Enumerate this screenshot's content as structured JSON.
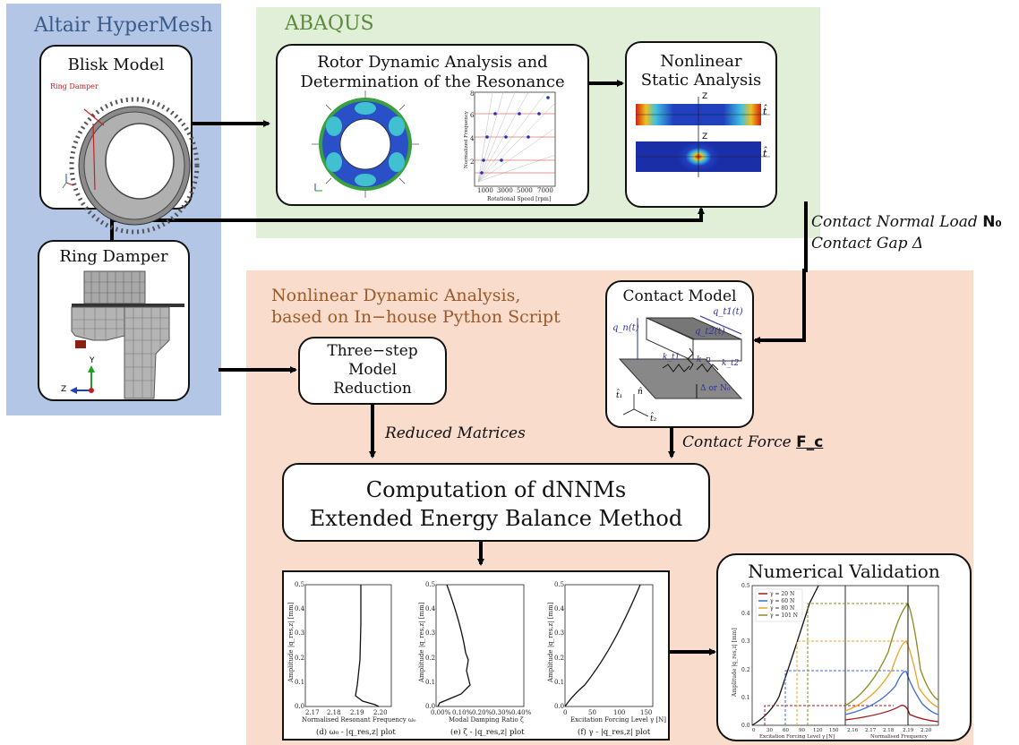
{
  "colors": {
    "hypermesh_bg": "#b3c6e6",
    "abaqus_bg": "#e2efd8",
    "nonlinear_bg": "#f9dccb",
    "hypermesh_title": "#3a5a8a",
    "abaqus_title": "#5a8a3a",
    "nonlinear_title": "#9a5a2a"
  },
  "panels": {
    "hypermesh": "Altair HyperMesh",
    "abaqus": "ABAQUS",
    "nonlinear_line1": "Nonlinear Dynamic Analysis,",
    "nonlinear_line2": "based on In−house Python Script"
  },
  "boxes": {
    "blisk": "Blisk Model",
    "blisk_annotation": "Ring Damper",
    "ring_damper": "Ring Damper",
    "ring_axis_y": "Y",
    "ring_axis_z": "Z",
    "rotor_line1": "Rotor Dynamic Analysis and",
    "rotor_line2": "Determination of the Resonance",
    "rotor_xlabel": "Rotational Speed [rpm]",
    "rotor_ylabel": "Normalized Frequency",
    "rotor_xticks": [
      "1000",
      "3000",
      "5000",
      "7000"
    ],
    "rotor_yticks": [
      "2",
      "4",
      "6",
      "8"
    ],
    "static_line1": "Nonlinear",
    "static_line2": "Static Analysis",
    "static_axis_z": "Z",
    "static_axis_t": "t̂",
    "three_step_line1": "Three−step",
    "three_step_line2": "Model",
    "three_step_line3": "Reduction",
    "contact_title": "Contact Model",
    "contact_labels": {
      "qn": "q_n(t)",
      "qt2": "q_t2(t)",
      "qt1": "q_t1(t)",
      "kt1": "k_t1",
      "kn": "k_n",
      "kt2": "k_t2",
      "delta": "Δ or N₀",
      "t1": "t̂₁",
      "n": "n̂",
      "t2": "t̂₂"
    },
    "computation_line1": "Computation of dNNMs",
    "computation_line2": "Extended Energy Balance Method",
    "validation_title": "Numerical Validation"
  },
  "edge_labels": {
    "contact_normal_load": "Contact Normal Load",
    "contact_normal_load_symbol": "N₀",
    "contact_gap": "Contact Gap Δ",
    "reduced_matrices": "Reduced Matrices",
    "contact_force": "Contact Force",
    "contact_force_symbol": "F_c"
  },
  "plots": {
    "ylabel": "Amplitude |q_res,z| [mm]",
    "yticks": [
      "0.0",
      "0.1",
      "0.2",
      "0.3",
      "0.4",
      "0.5"
    ],
    "d": {
      "xticks": [
        "2.17",
        "2.18",
        "2.19",
        "2.20"
      ],
      "xlabel": "Normalised Resonant Frequency ω₀",
      "caption": "(d) ω₀ - |q_res,z| plot"
    },
    "e": {
      "xticks": [
        "0.00%",
        "0.10%",
        "0.20%",
        "0.30%",
        "0.40%"
      ],
      "xlabel": "Modal Damping Ratio ζ",
      "caption": "(e) ζ - |q_res,z| plot"
    },
    "f": {
      "xticks": [
        "0",
        "50",
        "100",
        "150"
      ],
      "xlabel": "Excitation Forcing Level γ [N]",
      "caption": "(f) γ - |q_res,z| plot"
    }
  },
  "validation": {
    "legend": [
      "γ = 20 N",
      "γ = 60 N",
      "γ = 80 N",
      "γ = 101 N"
    ],
    "legend_colors": [
      "#a01818",
      "#3a6ad8",
      "#f0a020",
      "#8a8a20"
    ],
    "ylabel": "Amplitude |q_res,z| [mm]",
    "yticks": [
      "0.0",
      "0.1",
      "0.2",
      "0.3",
      "0.4",
      "0.5"
    ],
    "left_xticks": [
      "0",
      "30",
      "60",
      "90",
      "120",
      "150"
    ],
    "left_xlabel": "Excitation Forcing Level γ [N]",
    "right_xticks": [
      "2.16",
      "2.17",
      "2.18",
      "2.19",
      "2.20"
    ],
    "right_xlabel": "Normalised Frequency"
  }
}
